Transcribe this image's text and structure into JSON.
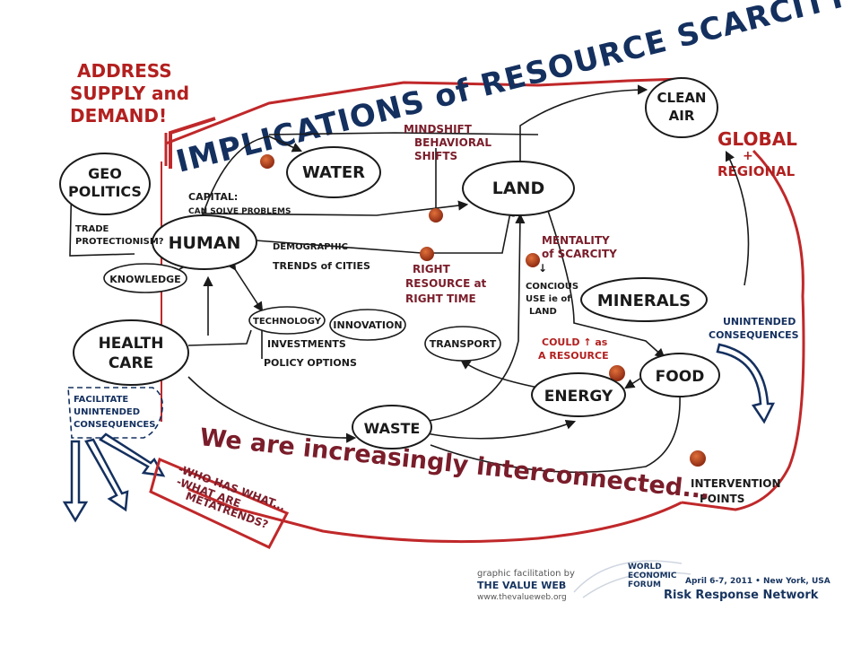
{
  "corner_note": [
    "ADDRESS",
    "SUPPLY and",
    "DEMAND!"
  ],
  "title": "IMPLICATIONS of RESOURCE SCARCITY",
  "scope_note": [
    "GLOBAL",
    "+",
    "REGIONAL"
  ],
  "nodes": {
    "geo_politics": [
      "GEO",
      "POLITICS"
    ],
    "water": "WATER",
    "land": "LAND",
    "clean_air": [
      "CLEAN",
      "AIR"
    ],
    "human": "HUMAN",
    "knowledge": "KNOWLEDGE",
    "health_care": [
      "HEALTH",
      "CARE"
    ],
    "technology": "TECHNOLOGY",
    "innovation": "INNOVATION",
    "transport": "TRANSPORT",
    "minerals": "MINERALS",
    "energy": "ENERGY",
    "food": "FOOD",
    "waste": "WASTE"
  },
  "notes": {
    "capital": [
      "CAPITAL:",
      "CAN SOLVE PROBLEMS"
    ],
    "trade": [
      "TRADE",
      "PROTECTIONISM?"
    ],
    "demographic": [
      "DEMOGRAPHIC",
      "TRENDS of CITIES"
    ],
    "investments": "INVESTMENTS",
    "policy": "POLICY OPTIONS",
    "mindshift": [
      "MINDSHIFT",
      "BEHAVIORAL",
      "SHIFTS"
    ],
    "right_resource": [
      "RIGHT",
      "RESOURCE at",
      "RIGHT TIME"
    ],
    "mentality": [
      "MENTALITY",
      "of SCARCITY"
    ],
    "conscious_use": [
      "CONCIOUS",
      "USE ie of",
      "LAND"
    ],
    "could_up": [
      "COULD ↑ as",
      "A RESOURCE"
    ],
    "unintended_right": [
      "UNINTENDED",
      "CONSEQUENCES"
    ],
    "facilitate": [
      "FACILITATE",
      "UNINTENDED",
      "CONSEQUENCES"
    ],
    "intervention": [
      "INTERVENTION",
      "POINTS"
    ]
  },
  "bottom_banner": "We are increasingly interconnected...",
  "questions": [
    "-WHO HAS WHAT...",
    "-WHAT ARE",
    "METATRENDS?"
  ],
  "footer": {
    "facilitation": "graphic facilitation by",
    "value_web_brand": "THE VALUE WEB",
    "value_web_url": "www.thevalueweb.org",
    "wef": [
      "WORLD",
      "ECONOMIC",
      "FORUM"
    ],
    "event": "April 6-7, 2011 • New York, USA",
    "network": "Risk Response Network"
  },
  "colors": {
    "ink": "#1a1a1a",
    "red": "#c0282a",
    "maroon": "#7a1d2a",
    "navy": "#14305f",
    "dot": "#b5441f"
  }
}
